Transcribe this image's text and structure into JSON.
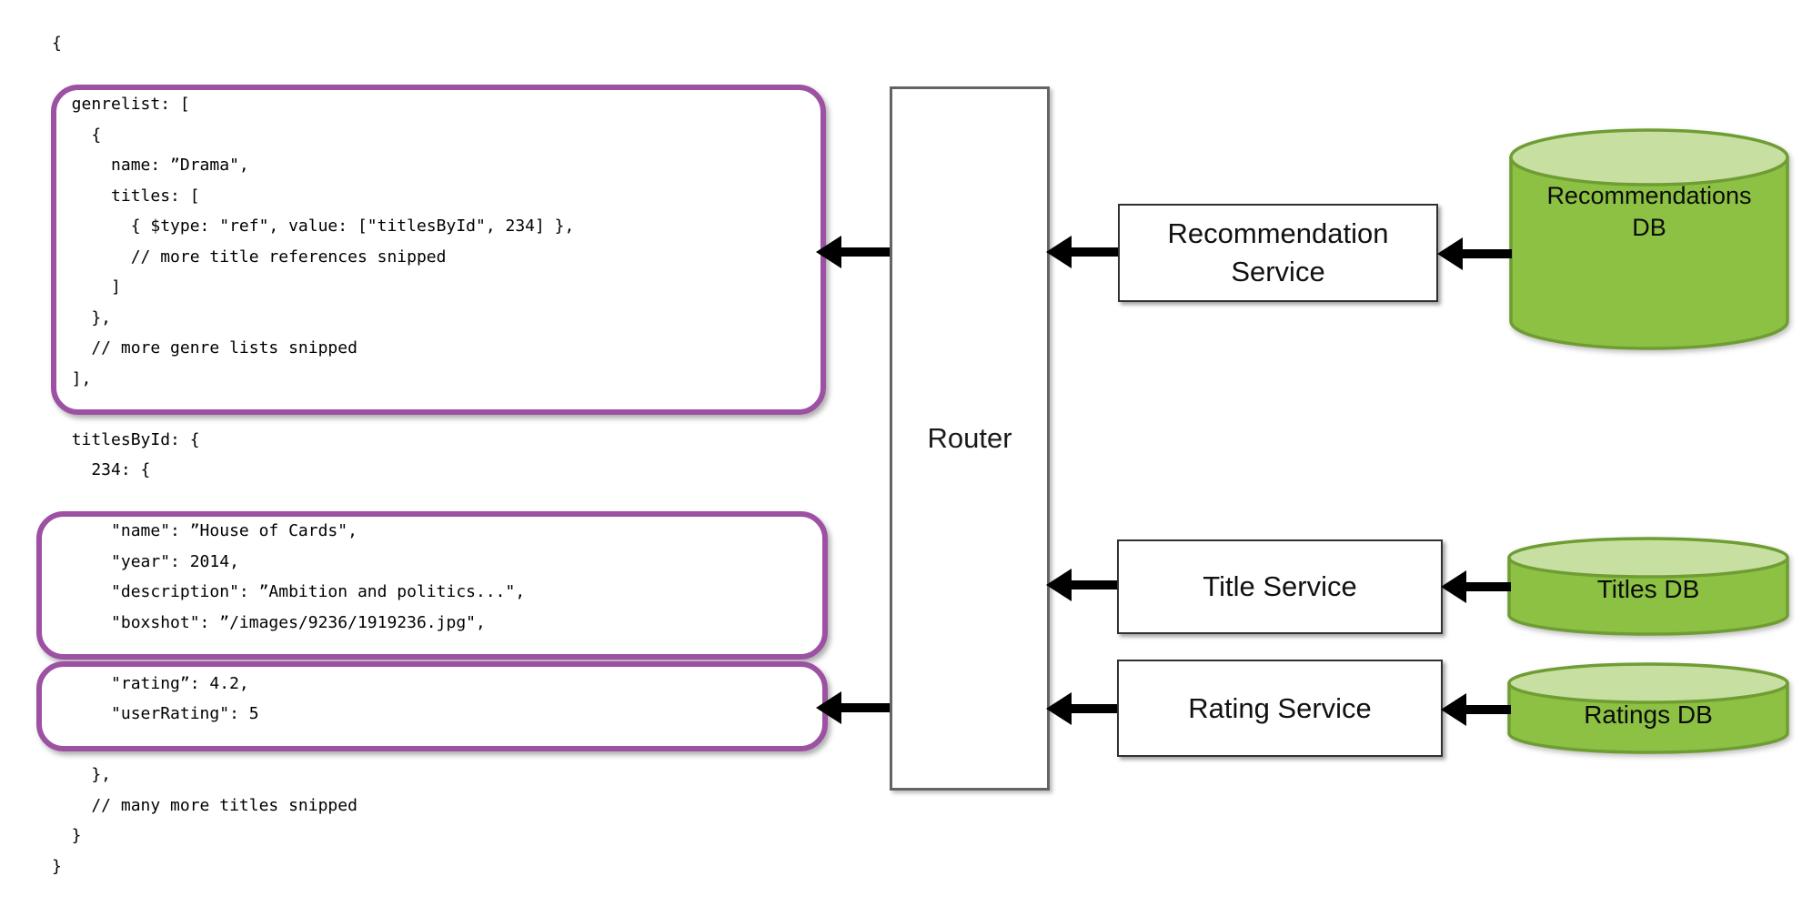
{
  "code": {
    "lines": [
      "{",
      "",
      "  genrelist: [",
      "    {",
      "      name: ”Drama\",",
      "      titles: [",
      "        { $type: \"ref\", value: [\"titlesById\", 234] },",
      "        // more title references snipped",
      "      ]",
      "    },",
      "    // more genre lists snipped",
      "  ],",
      "",
      "  titlesById: {",
      "    234: {",
      "",
      "      \"name\": ”House of Cards\",",
      "      \"year\": 2014,",
      "      \"description\": ”Ambition and politics...\",",
      "      \"boxshot\": ”/images/9236/1919236.jpg\",",
      "",
      "      \"rating”: 4.2,",
      "      \"userRating\": 5",
      "",
      "    },",
      "    // many more titles snipped",
      "  }",
      "}"
    ]
  },
  "router": {
    "label": "Router"
  },
  "services": {
    "recommendation": {
      "lines": [
        "Recommendation",
        "Service"
      ]
    },
    "title": {
      "label": "Title Service"
    },
    "rating": {
      "label": "Rating Service"
    }
  },
  "databases": {
    "recommendations": {
      "lines": [
        "Recommendations",
        "DB"
      ]
    },
    "titles": {
      "label": "Titles DB"
    },
    "ratings": {
      "label": "Ratings DB"
    }
  },
  "colors": {
    "highlight_purple": "#9C51A3",
    "db_green": "#8CC144",
    "db_green_light": "#C8DFA2",
    "db_green_border": "#6F9D33",
    "arrow_black": "#000000"
  }
}
